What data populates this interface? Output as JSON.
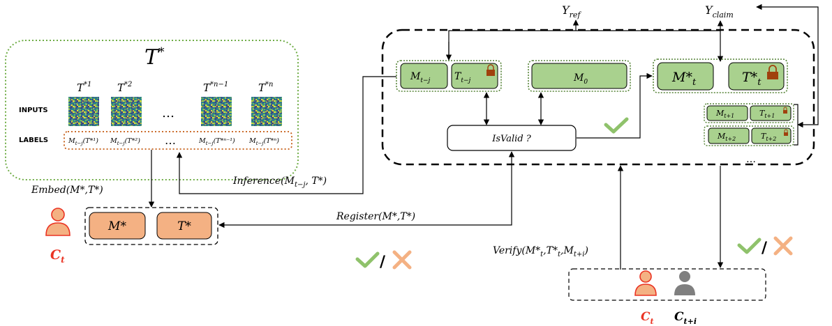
{
  "trigger_set": {
    "title": "T",
    "title_sup": "*",
    "samples": [
      {
        "base": "T",
        "sup": "*1"
      },
      {
        "base": "T",
        "sup": "*2"
      },
      {
        "base": "T",
        "sup": "*n−1"
      },
      {
        "base": "T",
        "sup": "*n"
      }
    ],
    "ellipsis": "…",
    "inputs_label": "INPUTS",
    "labels_label": "LABELS",
    "label_cells": [
      {
        "base": "M",
        "sub": "t−j",
        "arg": "(T*¹)"
      },
      {
        "base": "M",
        "sub": "t−j",
        "arg": "(T*²)"
      },
      {
        "base": "M",
        "sub": "t−j",
        "arg": "(T*ⁿ⁻¹)"
      },
      {
        "base": "M",
        "sub": "t−j",
        "arg": "(T*ⁿ)"
      }
    ]
  },
  "operations": {
    "embed": {
      "text": "Embed(M*,T*)"
    },
    "inference": {
      "base": "Inference(M",
      "sub": "t−j",
      "tail": ", T*)"
    },
    "register": {
      "text": "Register(M*,T*)"
    },
    "verify": {
      "head": "Verify(M*",
      "sub1": "t",
      "mid": ",T*",
      "sub2": "t",
      "mid2": ",M",
      "sub3": "t+i",
      "tail": ")"
    }
  },
  "creator": {
    "base": "C",
    "sub": "t",
    "m_label": "M*",
    "t_label": "T*"
  },
  "verifiers": {
    "c_t": {
      "base": "C",
      "sub": "t"
    },
    "c_ti": {
      "base": "C",
      "sub": "t+i"
    }
  },
  "registry": {
    "m_tj": {
      "base": "M",
      "sub": "t−j"
    },
    "t_tj": {
      "base": "T",
      "sub": "t−j"
    },
    "m0": {
      "base": "M",
      "sub": "0"
    },
    "m_star_t": {
      "base": "M*",
      "sub": "t"
    },
    "t_star_t": {
      "base": "T*",
      "sub": "t"
    },
    "m_t1": {
      "base": "M",
      "sub": "t+1"
    },
    "t_t1": {
      "base": "T",
      "sub": "t+1"
    },
    "m_t2": {
      "base": "M",
      "sub": "t+2"
    },
    "t_t2": {
      "base": "T",
      "sub": "t+2"
    },
    "isvalid": "IsValid ?",
    "ellipsis": "…"
  },
  "outputs": {
    "y_ref": {
      "base": "Y",
      "sub": "ref"
    },
    "y_claim": {
      "base": "Y",
      "sub": "claim"
    }
  },
  "separator": "/",
  "colors": {
    "green_fill": "#a9d18e",
    "green_border": "#548235",
    "orange_fill": "#f4b183",
    "person_red": "#ea3323",
    "person_gray": "#7f7f7f",
    "dotted_green": "#70ad47",
    "dotted_orange": "#c55a11",
    "check_green": "#8fc26b",
    "cross_orange": "#f4b183",
    "lock_brown": "#a0410d"
  }
}
